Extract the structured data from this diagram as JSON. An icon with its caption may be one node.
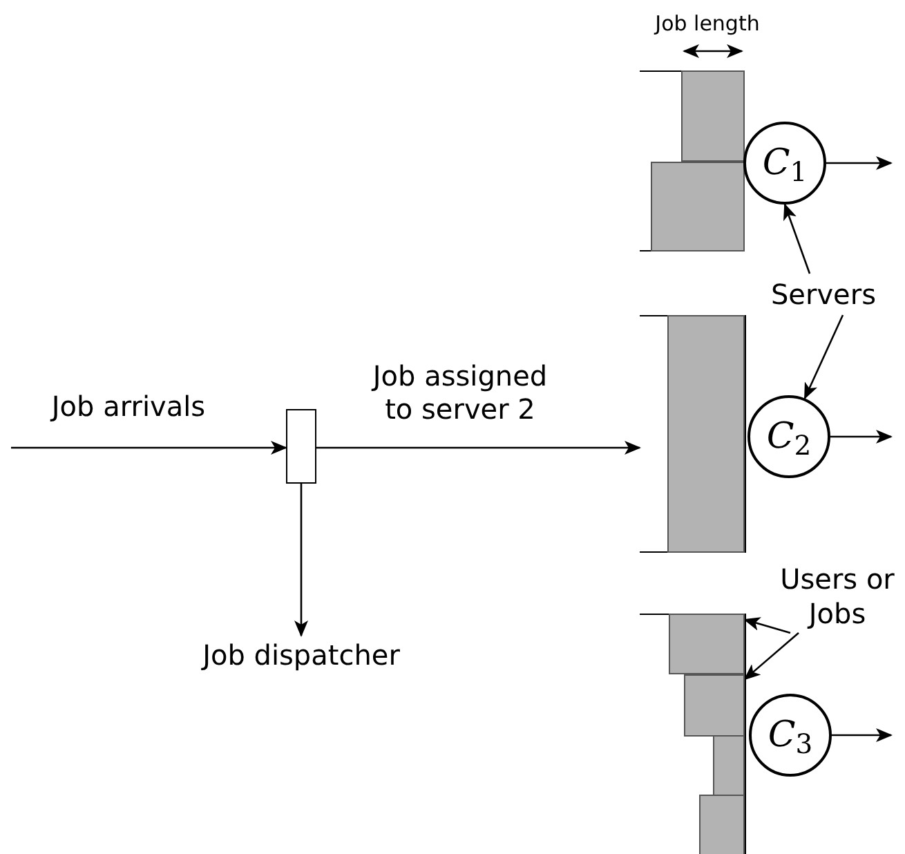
{
  "diagram": {
    "nodes": [
      {
        "text": [],
        "shape": "box"
      },
      {
        "text": [],
        "shape": "bar",
        "in": 0
      },
      {
        "text": [],
        "shape": "bar",
        "in": 0
      },
      {
        "text": [
          "*C*$_{1}$"
        ]
      },
      {
        "text": [
          "Servers"
        ]
      },
      {
        "text": [],
        "shape": "box"
      },
      {
        "text": [],
        "shape": "bar",
        "in": 5
      },
      {
        "text": [
          "*C*$_{2}$"
        ]
      },
      {
        "text": [],
        "shape": "box"
      },
      {
        "text": [
          "Job dispatcher"
        ]
      },
      {
        "text": [
          "Users or Jobs"
        ]
      },
      {
        "text": [],
        "shape": "box"
      },
      {
        "text": [],
        "shape": "bar",
        "in": 11
      },
      {
        "text": [],
        "shape": "bar",
        "in": 11
      },
      {
        "text": [],
        "shape": "bar",
        "in": 11
      },
      {
        "text": [],
        "shape": "bar",
        "in": 11
      },
      {
        "text": [
          "*C*$_{3}$"
        ]
      }
    ],
    "edges": [
      {
        "from": null,
        "to": 8,
        "arrow": "to",
        "label": "Job arrivals"
      },
      {
        "from": 8,
        "to": 5,
        "arrow": "to",
        "label": "Job assigned to server 2"
      },
      {
        "from": 8,
        "to": 9,
        "arrow": "to"
      },
      {
        "from": 4,
        "to": 3,
        "arrow": "to"
      },
      {
        "from": 4,
        "to": 7,
        "arrow": "to"
      },
      {
        "from": 10,
        "to": 12,
        "arrow": "to"
      },
      {
        "from": 10,
        "to": 13,
        "arrow": "to"
      },
      {
        "from": 3,
        "to": null,
        "arrow": "to"
      },
      {
        "from": 7,
        "to": null,
        "arrow": "to"
      },
      {
        "from": 16,
        "to": null,
        "arrow": "to"
      }
    ],
    "labels": [
      "Job length"
    ]
  }
}
